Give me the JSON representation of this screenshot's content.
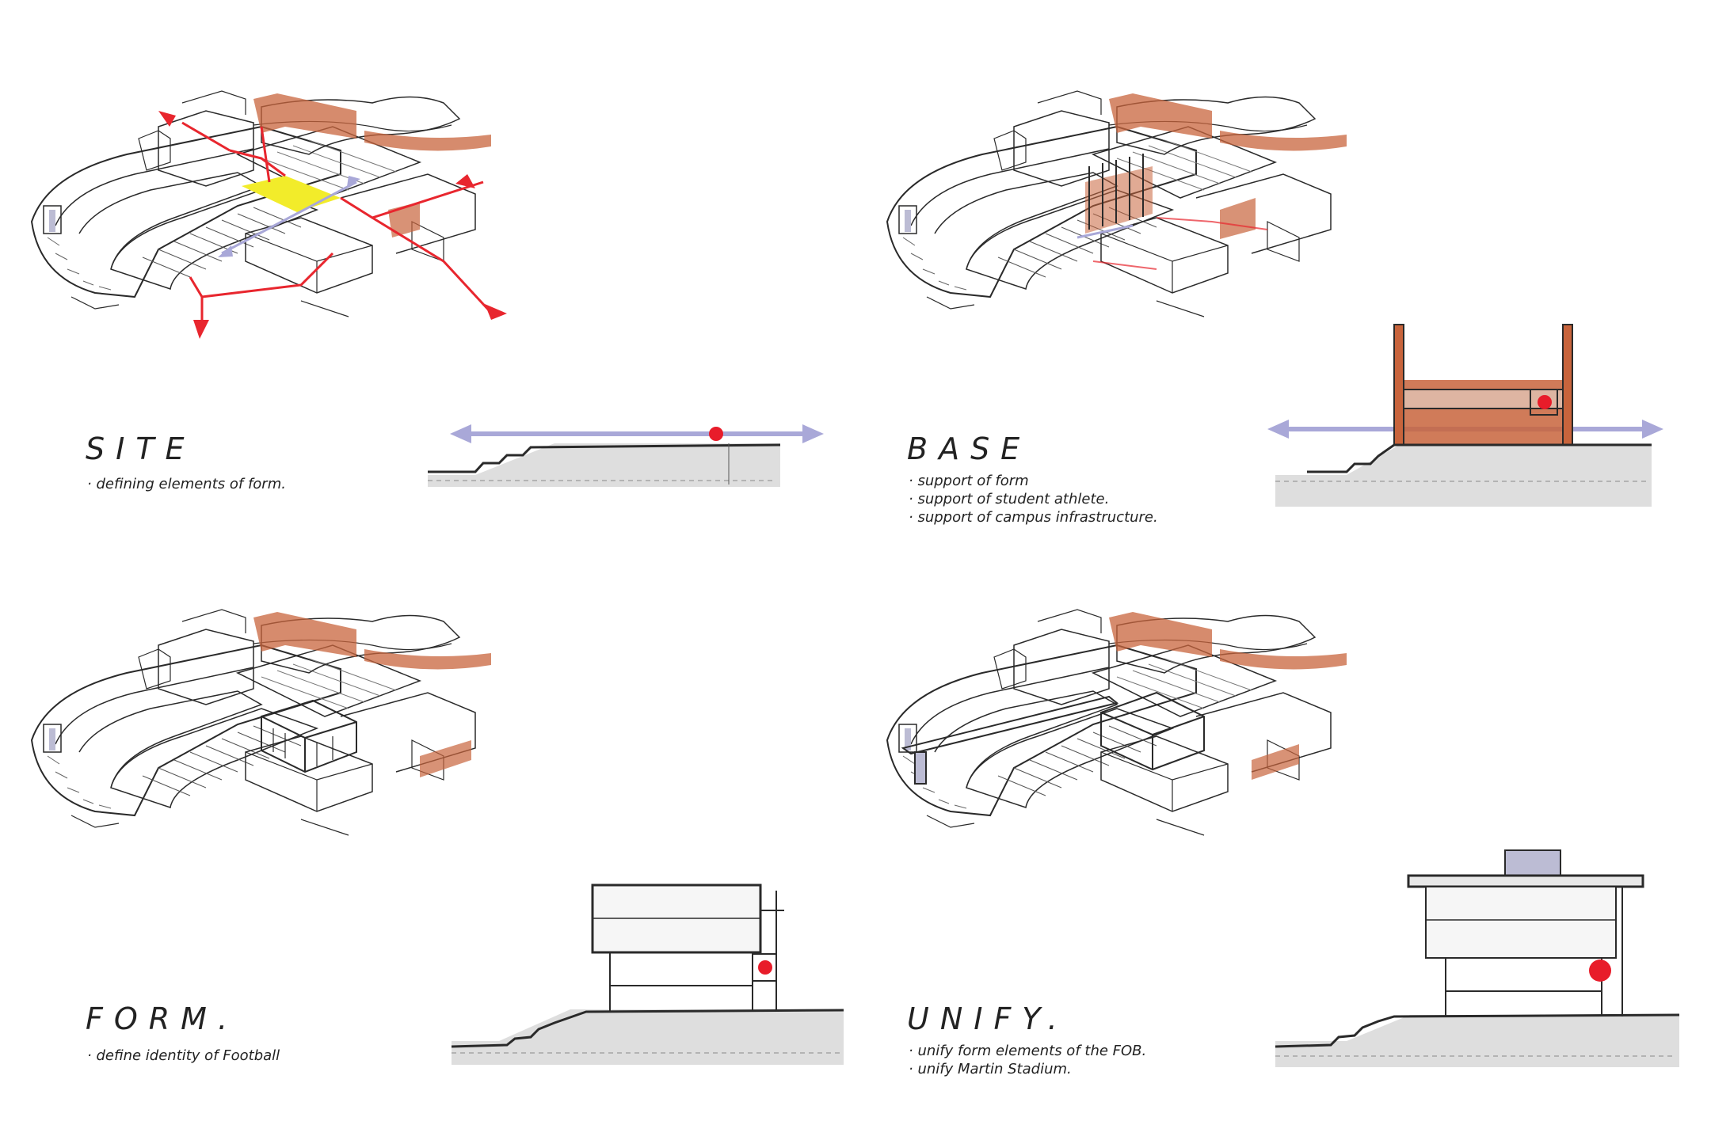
{
  "panels": [
    {
      "id": "site",
      "title": "SITE",
      "notes": [
        "defining elements of form."
      ]
    },
    {
      "id": "base",
      "title": "BASE",
      "notes": [
        "support of form",
        "support of student athlete.",
        "support of campus infrastructure."
      ]
    },
    {
      "id": "form",
      "title": "FORM.",
      "notes": [
        "define identity of Football"
      ]
    },
    {
      "id": "unify",
      "title": "UNIFY.",
      "notes": [
        "unify form elements of the FOB.",
        "unify Martin Stadium."
      ]
    }
  ],
  "colors": {
    "ink": "#2a2a2a",
    "brick": "#c8643c",
    "circulation": "#e8262e",
    "plaza": "#f2ec2a",
    "axis": "#a9a8d8",
    "ground": "#dedede",
    "dot": "#e81c2a"
  }
}
